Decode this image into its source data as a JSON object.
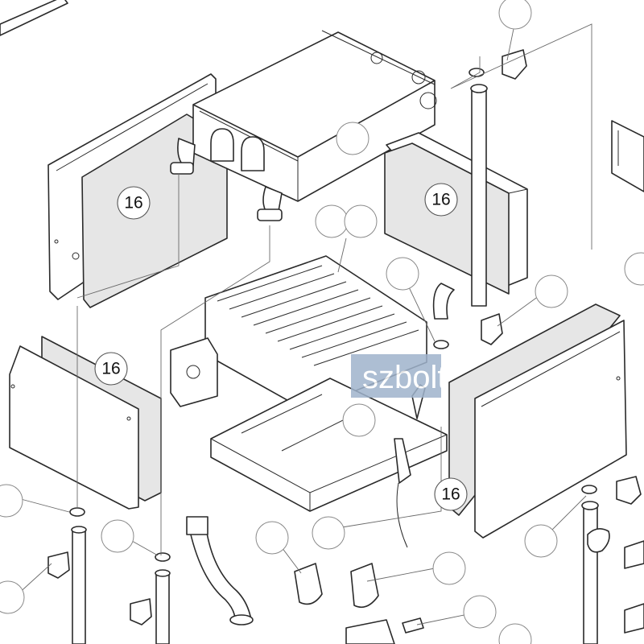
{
  "callouts": [
    {
      "label": "16"
    },
    {
      "label": "16"
    },
    {
      "label": "16"
    },
    {
      "label": "16"
    }
  ],
  "watermark": {
    "text": "szbolt"
  },
  "colors": {
    "line": "#2a2a2a",
    "panel_fill": "#e6e6e6",
    "watermark_fill": "#9fb3cc"
  }
}
